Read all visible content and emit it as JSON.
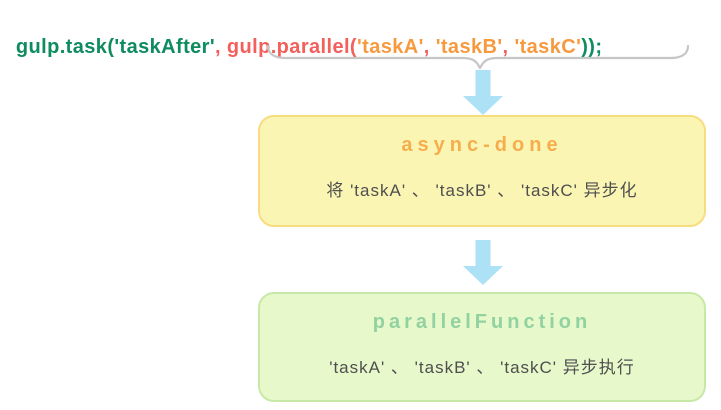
{
  "palette": {
    "code_green": "#0E8C5F",
    "code_red": "#F3605C",
    "code_orange": "#F79A3E",
    "brace_gray": "#C6C6C6",
    "arrow_blue": "#ACE1F6",
    "async_box_fill": "#FBF5B4",
    "async_box_border": "#F8DC80",
    "async_title_color": "#F6AE4D",
    "parallel_box_fill": "#E7F8CB",
    "parallel_box_border": "#C6E9A8",
    "parallel_title_color": "#92D2A0",
    "body_text": "#4F4F4F",
    "background": "#FFFFFF"
  },
  "code_line": {
    "full_text": "gulp.task('taskAfter', gulp.parallel('taskA', 'taskB', 'taskC'));",
    "segments": [
      {
        "text": "gulp.task('taskAfter'",
        "color": "#0E8C5F"
      },
      {
        "text": ", ",
        "color": "#F3605C"
      },
      {
        "text": "gulp.parallel(",
        "color": "#F3605C"
      },
      {
        "text": "'taskA'",
        "color": "#F79A3E"
      },
      {
        "text": ", ",
        "color": "#F3605C"
      },
      {
        "text": "'taskB'",
        "color": "#F79A3E"
      },
      {
        "text": ", ",
        "color": "#F3605C"
      },
      {
        "text": "'taskC'",
        "color": "#F79A3E"
      },
      {
        "text": "));",
        "color": "#0E8C5F"
      }
    ]
  },
  "flow": {
    "boxes": [
      {
        "id": "async-done",
        "title": "async-done",
        "body": "将 'taskA' 、 'taskB' 、 'taskC' 异步化"
      },
      {
        "id": "parallelFunction",
        "title": "parallelFunction",
        "body": "'taskA' 、 'taskB' 、 'taskC' 异步执行"
      }
    ]
  }
}
